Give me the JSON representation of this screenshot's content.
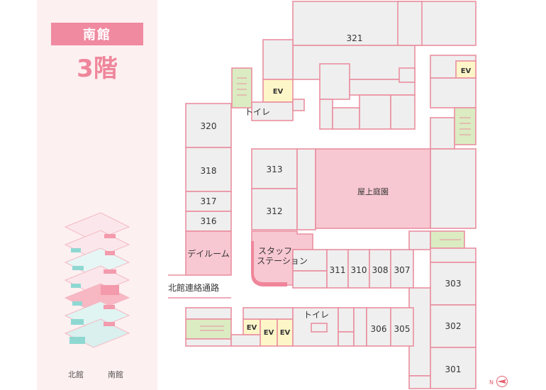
{
  "building": "南館",
  "floor": "3階",
  "minimap": {
    "north_label": "北館",
    "south_label": "南館"
  },
  "rooms": {
    "r321": "321",
    "ev_top_left": "EV",
    "ev_top_right": "EV",
    "toilet_top": "トイレ",
    "r320": "320",
    "r318": "318",
    "r317": "317",
    "r316": "316",
    "r313": "313",
    "r312": "312",
    "rooftop_garden": "屋上庭園",
    "dayroom": "デイルーム",
    "staff_station_line1": "スタッフ",
    "staff_station_line2": "ステーション",
    "r311": "311",
    "r310": "310",
    "r308": "308",
    "r307": "307",
    "r303": "303",
    "r302": "302",
    "r301": "301",
    "corridor": "北館連絡通路",
    "toilet_bottom": "トイレ",
    "ev_bottom_1": "EV",
    "ev_bottom_2": "EV",
    "ev_bottom_3": "EV",
    "r306": "306",
    "r305": "305"
  },
  "compass_label": "N",
  "colors": {
    "outline": "#ea8fa0",
    "room_fill": "#efefef",
    "highlight_fill": "#f8c8d2",
    "ev_fill": "#fdf6c8",
    "stairs_fill": "#dbecc2",
    "accent": "#f08aa0"
  }
}
